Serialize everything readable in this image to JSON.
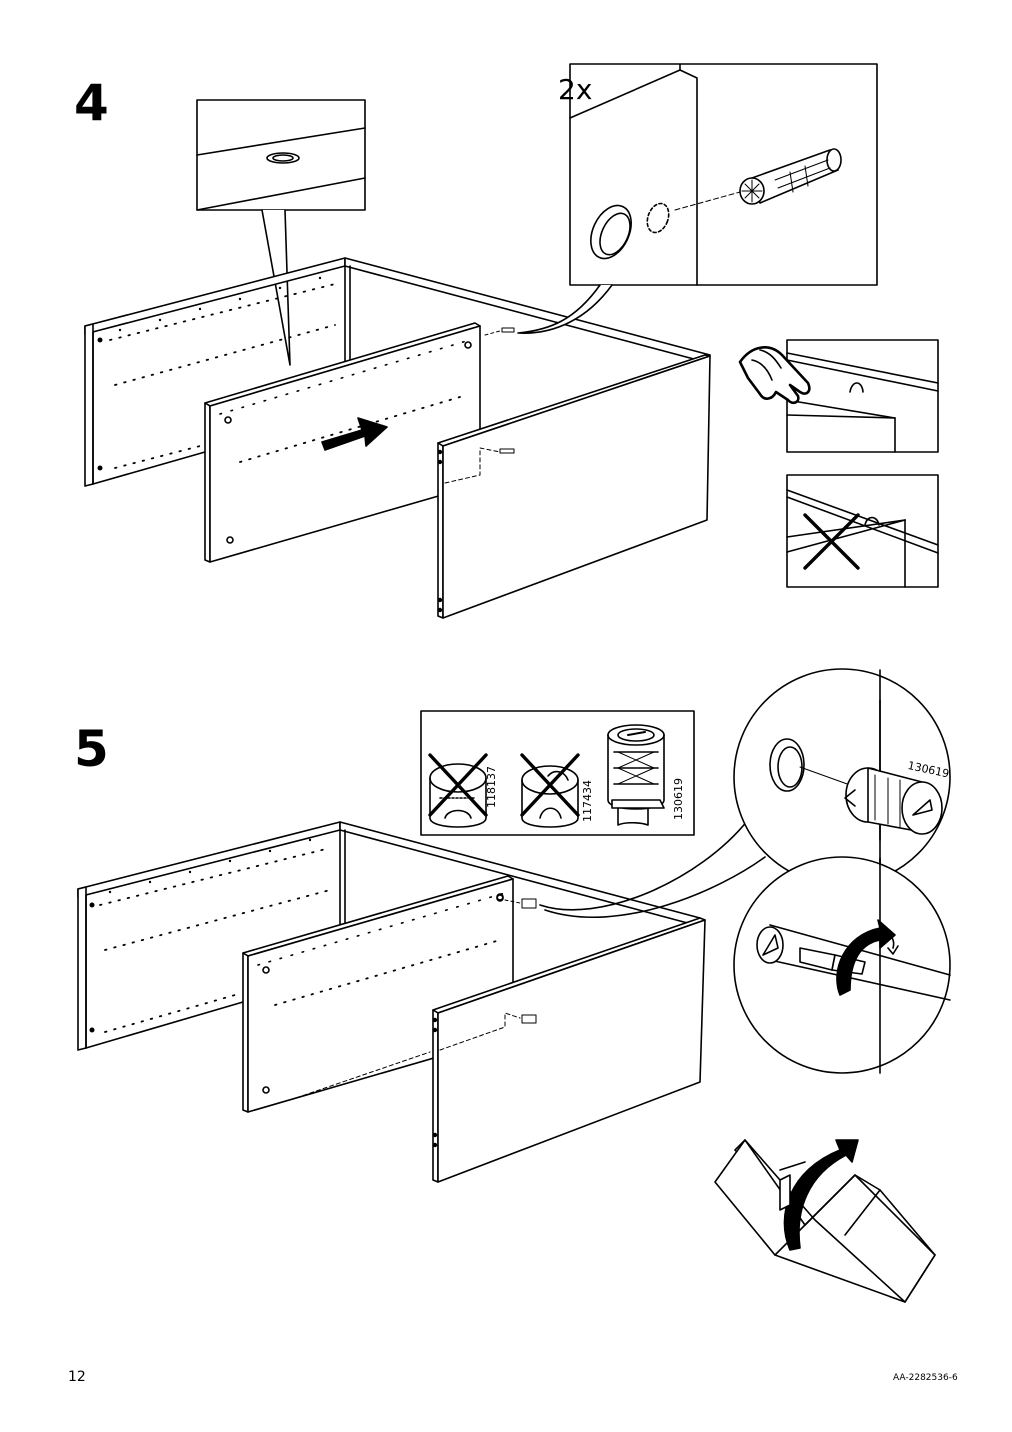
{
  "steps": [
    {
      "number": "4",
      "quantity": "2x"
    },
    {
      "number": "5",
      "fitting_codes": [
        "118137",
        "117434",
        "130619"
      ],
      "detail_code": "130619"
    }
  ],
  "footer": {
    "page_number": "12",
    "document_id": "AA-2282536-6"
  }
}
